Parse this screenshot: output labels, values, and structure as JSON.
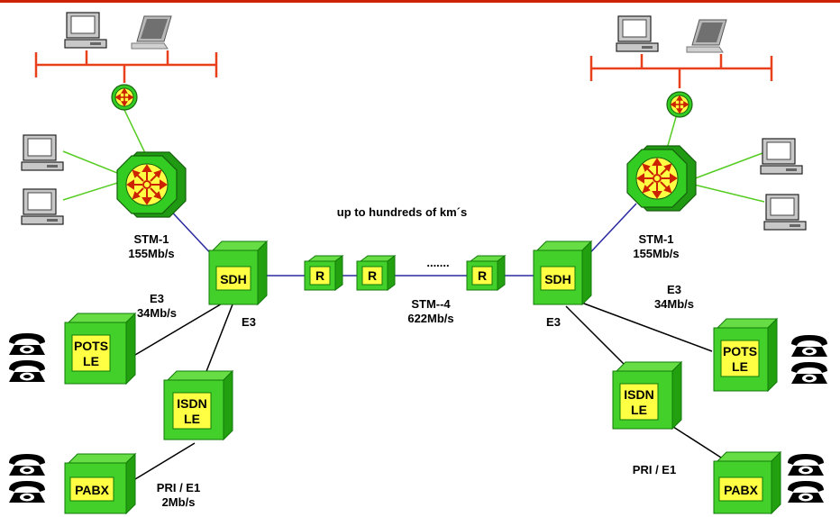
{
  "colors": {
    "top_border": "#cc2200",
    "lan_bus": "#e8401c",
    "green_link": "#55cc22",
    "blue_link": "#2a2aa0",
    "box_front": "#44d02a",
    "box_side": "#22a010",
    "label_fill": "#ffff44",
    "router_outer": "#33cc22",
    "router_inner": "#ffff44",
    "arrow": "#cc2200"
  },
  "nodes": {
    "sdh_left": "SDH",
    "sdh_right": "SDH",
    "repeater_1": "R",
    "repeater_2": "R",
    "repeater_3": "R",
    "pots_left": [
      "POTS",
      "LE"
    ],
    "pots_right": [
      "POTS",
      "LE"
    ],
    "isdn_left": [
      "ISDN",
      "LE"
    ],
    "isdn_right": [
      "ISDN",
      "LE"
    ],
    "pabx_left": "PABX",
    "pabx_right": "PABX"
  },
  "labels": {
    "distance": "up to hundreds of km´s",
    "ellipsis": ".......",
    "stm1_left": [
      "STM-1",
      "155Mb/s"
    ],
    "stm1_right": [
      "STM-1",
      "155Mb/s"
    ],
    "stm4": [
      "STM--4",
      "622Mb/s"
    ],
    "e3_34_left": [
      "E3",
      "34Mb/s"
    ],
    "e3_34_right": [
      "E3",
      "34Mb/s"
    ],
    "e3_left": "E3",
    "e3_right": "E3",
    "pri_left": [
      "PRI / E1",
      "2Mb/s"
    ],
    "pri_right": "PRI / E1"
  },
  "icons": [
    "desktop-computer-icon",
    "laptop-icon",
    "telephone-icon",
    "router-icon",
    "switch-icon"
  ]
}
